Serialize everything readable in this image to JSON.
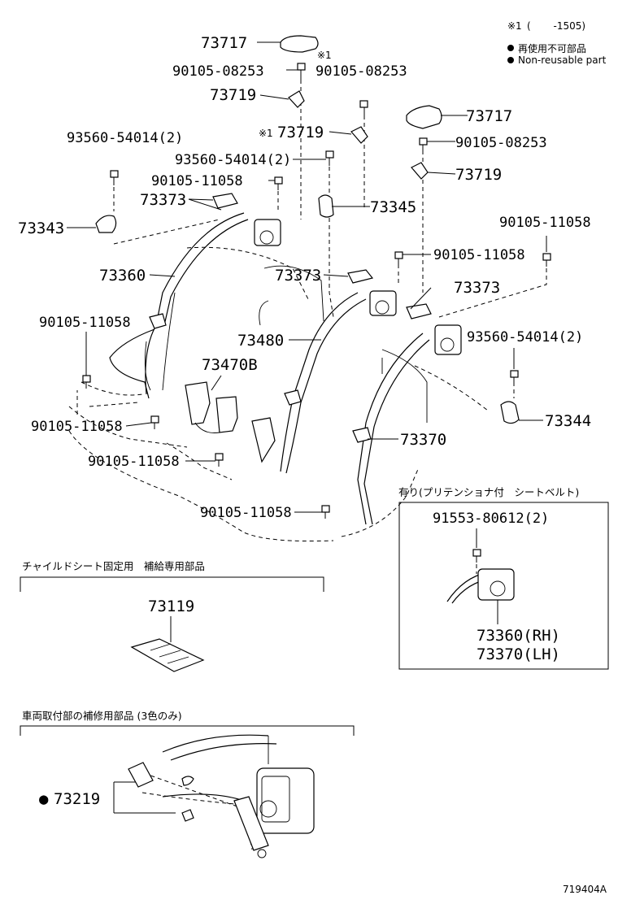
{
  "legend": {
    "footnote_mark": "※1",
    "footnote_range": "(　　 -1505)",
    "non_reusable_jp": "再使用不可部品",
    "non_reusable_en": "Non-reusable part"
  },
  "labels": {
    "p73717_a": "73717",
    "p73717_b": "73717",
    "p90105_08253_a": "90105-08253",
    "p90105_08253_b": "90105-08253",
    "p90105_08253_c": "90105-08253",
    "mark_x1_a": "※1",
    "mark_x1_b": "※1",
    "p73719_a": "73719",
    "p73719_b": "73719",
    "p73719_c": "73719",
    "p93560_a": "93560-54014(2)",
    "p93560_b": "93560-54014(2)",
    "p93560_c": "93560-54014(2)",
    "p90105_11058_a": "90105-11058",
    "p90105_11058_b": "90105-11058",
    "p90105_11058_c": "90105-11058",
    "p90105_11058_d": "90105-11058",
    "p90105_11058_e": "90105-11058",
    "p90105_11058_f": "90105-11058",
    "p90105_11058_g": "90105-11058",
    "p73373_a": "73373",
    "p73373_b": "73373",
    "p73373_c": "73373",
    "p73343": "73343",
    "p73345": "73345",
    "p73360": "73360",
    "p73480": "73480",
    "p73470b": "73470B",
    "p73370": "73370",
    "p73344": "73344"
  },
  "pretensioner_box": {
    "title": "有り(プリテンショナ付　シートベルト)",
    "bolt": "91553-80612(2)",
    "rh": "73360(RH)",
    "lh": "73370(LH)"
  },
  "child_seat": {
    "title": "チャイルドシート固定用　補給専用部品",
    "part": "73119"
  },
  "repair": {
    "title": "車両取付部の補修用部品 (3色のみ)",
    "bullet": "●",
    "part": "73219"
  },
  "diagram_id": "719404A"
}
